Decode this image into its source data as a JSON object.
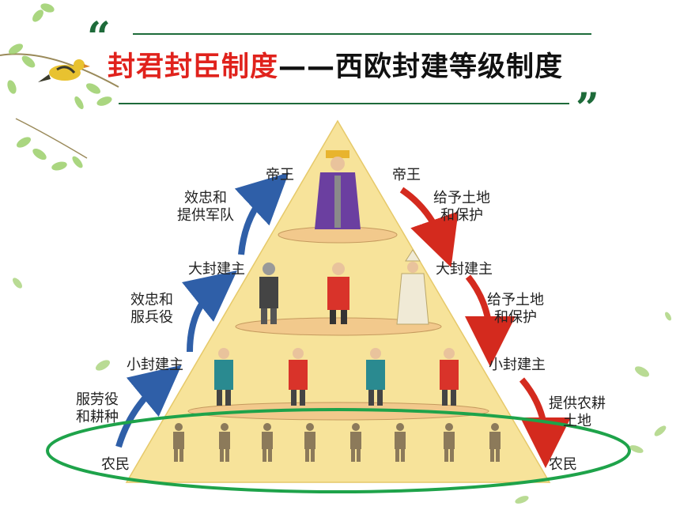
{
  "title": {
    "red_part": "封君封臣制度",
    "dark_part": "——西欧封建等级制度",
    "open_quote": "“",
    "close_quote": "”"
  },
  "pyramid": {
    "left_chain": {
      "king": "帝王",
      "great_lord": "大封建主",
      "small_lord": "小封建主",
      "peasant": "农民",
      "duty_small_to_great": [
        "效忠和",
        "提供军队"
      ],
      "duty_small_lord": [
        "效忠和",
        "服兵役"
      ],
      "duty_peasant": [
        "服劳役",
        "和耕种"
      ]
    },
    "right_chain": {
      "king": "帝王",
      "great_lord": "大封建主",
      "small_lord": "小封建主",
      "peasant": "农民",
      "grant_king": [
        "给予土地",
        "和保护"
      ],
      "grant_great_lord": [
        "给予土地",
        "和保护"
      ],
      "grant_small_lord": [
        "提供农耕",
        "土地"
      ]
    }
  },
  "colors": {
    "accent_green": "#1e6b3a",
    "title_red": "#e0221c",
    "pyramid_fill": "#f7e39a",
    "up_arrow": "#2f5fa8",
    "down_arrow": "#d42a1e",
    "ellipse": "#1ea34a"
  }
}
